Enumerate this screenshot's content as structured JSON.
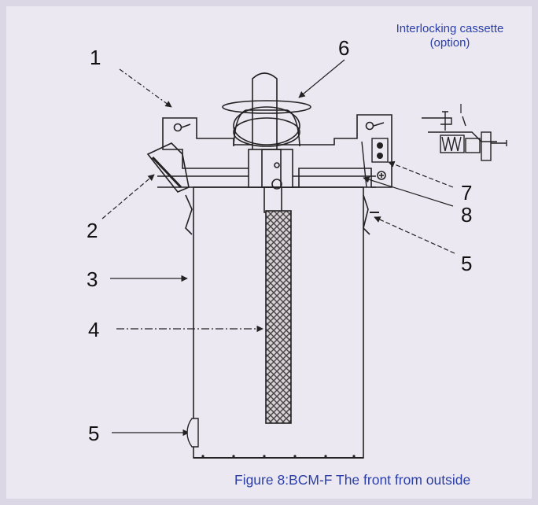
{
  "title": "Interlocking cassette",
  "subtitle": "(option)",
  "caption": "Figure 8:BCM-F The front from outside",
  "callouts": {
    "c1": "1",
    "c2": "2",
    "c3": "3",
    "c4": "4",
    "c5a": "5",
    "c5b": "5",
    "c6": "6",
    "c7": "7",
    "c8": "8"
  },
  "colors": {
    "text_blue": "#2b3fa6",
    "line": "#222222",
    "background": "#ece8f2"
  }
}
